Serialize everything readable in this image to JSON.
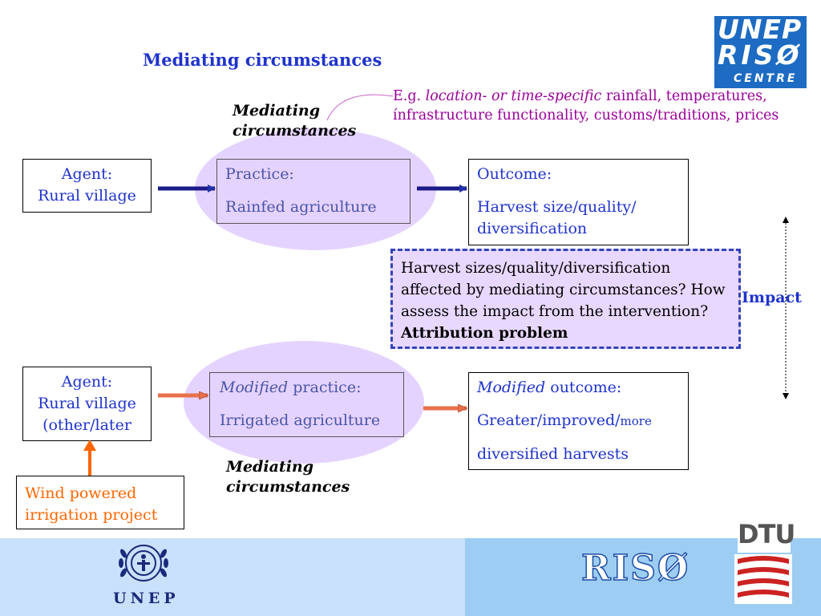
{
  "title": "Mediating circumstances",
  "logo": {
    "line1": "UNEP",
    "line2": "RISØ",
    "line3": "CENTRE"
  },
  "mediating_label": "Mediating circumstances",
  "example": {
    "prefix": "E.g. ",
    "italic": "location- or time-specific",
    "rest": " rainfall, temperatures, ínfrastructure functionality, customs/traditions, prices"
  },
  "top_row": {
    "agent": {
      "line1": "Agent:",
      "line2": "Rural village"
    },
    "practice": {
      "label": "Practice:",
      "value": "Rainfed agriculture"
    },
    "outcome": {
      "label": "Outcome:",
      "value": "Harvest size/quality/ diversification"
    }
  },
  "question": {
    "text": "Harvest sizes/quality/diversification affected by mediating circumstances? How assess the impact from the intervention? ",
    "emphasis": "Attribution problem"
  },
  "impact_label": "Impact",
  "bottom_row": {
    "agent": {
      "line1": "Agent:",
      "line2": "Rural village",
      "line3": "(other/later"
    },
    "practice": {
      "label_italic": "Modified",
      "label_rest": " practice:",
      "value": "Irrigated agriculture"
    },
    "outcome": {
      "label_italic": "Modified",
      "label_rest": " outcome:",
      "value_main": "Greater/improved/",
      "value_small": "more",
      "value_line2": "diversified harvests"
    }
  },
  "intervention": "Wind powered irrigation project",
  "footer": {
    "unep": "UNEP",
    "riso": "RISØ",
    "dtu": "DTU"
  },
  "colors": {
    "title_blue": "#1f33cc",
    "ellipse_purple": "#e5d3ff",
    "example_magenta": "#990099",
    "intervention_orange": "#ff6600",
    "footer_light": "#c9e1fa",
    "footer_dark": "#9dcdf2"
  }
}
